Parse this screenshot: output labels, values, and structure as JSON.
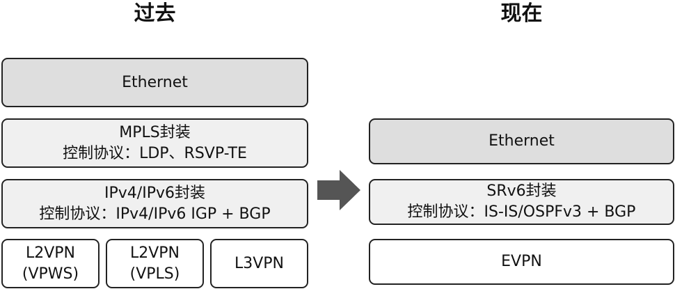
{
  "left": {
    "title": "过去",
    "layers": {
      "ethernet": {
        "line1": "Ethernet"
      },
      "mpls": {
        "line1": "MPLS封装",
        "line2": "控制协议：LDP、RSVP-TE"
      },
      "ip": {
        "line1": "IPv4/IPv6封装",
        "line2": "控制协议：IPv4/IPv6 IGP + BGP"
      },
      "services": [
        {
          "line1": "L2VPN",
          "line2": "(VPWS)"
        },
        {
          "line1": "L2VPN",
          "line2": "(VPLS)"
        },
        {
          "line1": "L3VPN"
        }
      ]
    }
  },
  "right": {
    "title": "现在",
    "layers": {
      "ethernet": {
        "line1": "Ethernet"
      },
      "srv6": {
        "line1": "SRv6封装",
        "line2": "控制协议：IS-IS/OSPFv3 + BGP"
      },
      "evpn": {
        "line1": "EVPN"
      }
    }
  },
  "colors": {
    "dark_fill": "#dedede",
    "light_fill": "#f0f0f0",
    "white_fill": "#ffffff",
    "border": "#222222",
    "arrow": "#555555"
  },
  "icons": {
    "transition_arrow": "right-arrow-icon"
  }
}
